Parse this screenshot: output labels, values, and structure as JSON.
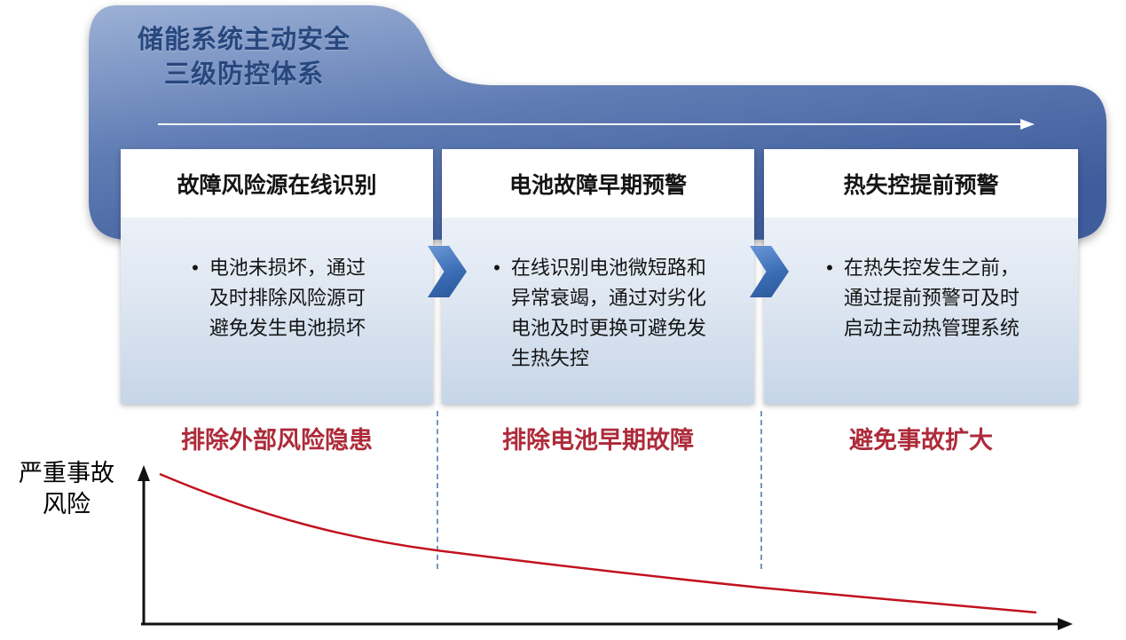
{
  "banner": {
    "title_line1": "储能系统主动安全",
    "title_line2": "三级防控体系"
  },
  "bullet": "•",
  "stages": [
    {
      "title": "故障风险源在线识别",
      "body": "电池未损坏，通过\n及时排除风险源可\n避免发生电池损坏",
      "label": "排除外部风险隐患"
    },
    {
      "title": "电池故障早期预警",
      "body": "在线识别电池微短路和\n异常衰竭，通过对劣化\n电池及时更换可避免发\n生热失控",
      "label": "排除电池早期故障"
    },
    {
      "title": "热失控提前预警",
      "body": "在热失控发生之前，\n通过提前预警可及时\n启动主动热管理系统",
      "label": "避免事故扩大"
    }
  ],
  "chart": {
    "ylabel_line1": "严重事故",
    "ylabel_line2": "风险"
  },
  "colors": {
    "banner_blue_light": "#9db1d6",
    "banner_blue_dark": "#3f5d9c",
    "banner_title_text": "#27477e",
    "box_body_light": "#ecf1f8",
    "box_body_dark": "#c6d5e8",
    "chevron_blue": "#3a6cb4",
    "label_red": "#ae2b3a",
    "curve_red": "#c1121f",
    "axis_black": "#111111",
    "dash_blue": "#7596bb"
  },
  "chart_data": {
    "type": "line",
    "title": "",
    "xlabel": "",
    "ylabel": "严重事故风险",
    "legend": "none",
    "grid": false,
    "axes": "unlabeled, arrow-tipped x and y axes",
    "trend": "monotonic exponential-style decay of serious-accident risk across the three prevention stages",
    "x_stage_boundaries_norm": [
      0.0,
      0.31,
      0.68,
      1.0
    ],
    "series": [
      {
        "name": "严重事故风险",
        "points_norm": [
          [
            0.0,
            0.97
          ],
          [
            0.31,
            0.49
          ],
          [
            0.68,
            0.24
          ],
          [
            1.0,
            0.08
          ]
        ]
      }
    ]
  }
}
